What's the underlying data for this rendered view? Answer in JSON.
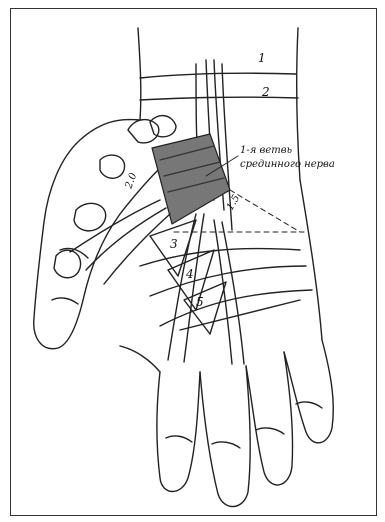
{
  "labels": {
    "nerve_line1": "1-я ветвь",
    "nerve_line2": "срединного нерва",
    "wrist_line_1": "1",
    "wrist_line_2": "2",
    "region_3": "3",
    "region_4": "4",
    "region_5": "5",
    "measure_20": "2.0",
    "measure_15": "1.5"
  }
}
